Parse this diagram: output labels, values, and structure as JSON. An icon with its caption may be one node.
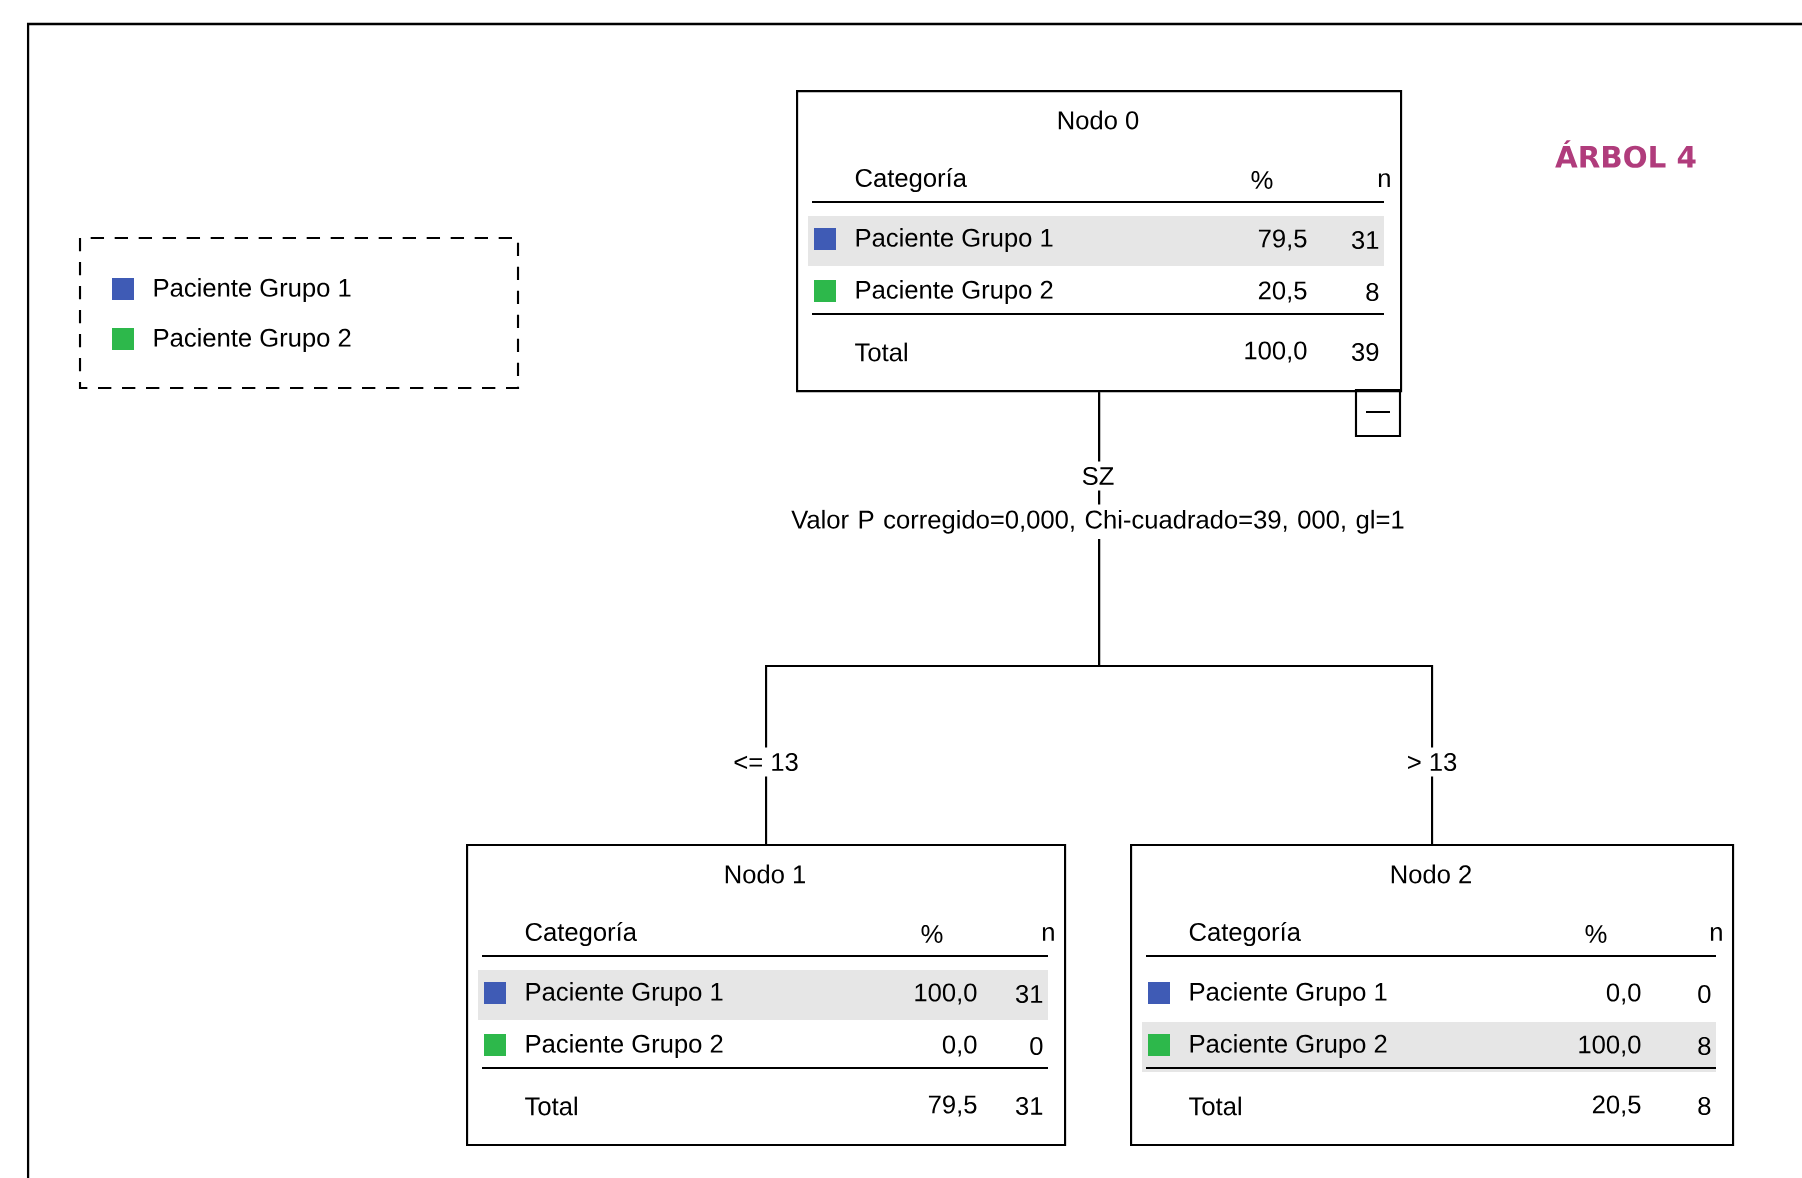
{
  "diagram": {
    "title": "ÁRBOL 4",
    "nodes": [
      {
        "text": [
          "Nodo 0",
          "Categoría",
          "%",
          "n",
          "Paciente Grupo 1",
          "79,5",
          "31",
          "Paciente Grupo 2",
          "20,5",
          "8",
          "Total",
          "100,0",
          "39"
        ]
      },
      {
        "text": [
          "Nodo 1",
          "Categoría",
          "%",
          "n",
          "Paciente Grupo 1",
          "100,0",
          "31",
          "Paciente Grupo 2",
          "0,0",
          "0",
          "Total",
          "79,5",
          "31"
        ]
      },
      {
        "text": [
          "Nodo 2",
          "Categoría",
          "%",
          "n",
          "Paciente Grupo 1",
          "0,0",
          "0",
          "Paciente Grupo 2",
          "100,0",
          "8",
          "Total",
          "20,5",
          "8"
        ]
      }
    ],
    "edges": [
      {
        "from": 0,
        "to": 1,
        "arrow": "none",
        "label": "<= 13"
      },
      {
        "from": 0,
        "to": 2,
        "arrow": "none",
        "label": "> 13"
      }
    ],
    "labels": [
      "SZ",
      "Valor P corregido=0,000, Chi-cuadrado=39, 000, gl=1"
    ],
    "legend": [
      {
        "text": "Paciente Grupo 1",
        "color": "#3f5bb5"
      },
      {
        "text": "Paciente Grupo 2",
        "color": "#2db84b"
      }
    ]
  }
}
